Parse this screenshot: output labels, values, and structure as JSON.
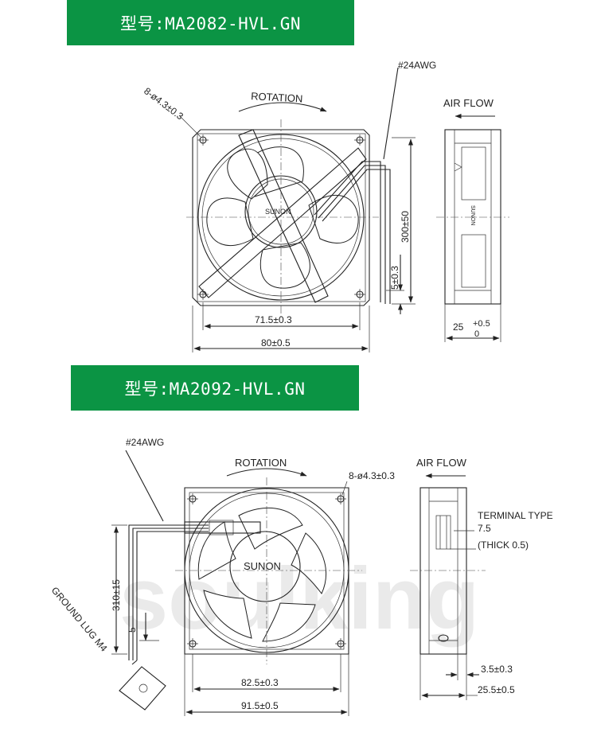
{
  "banners": {
    "model_1": "型号:MA2082-HVL.GN",
    "model_2": "型号:MA2092-HVL.GN"
  },
  "fan1": {
    "rotation_label": "ROTATION",
    "wire_label": "#24AWG",
    "airflow_label": "AIR FLOW",
    "holes_label": "8-ø4.3±0.3",
    "brand_label": "SUNON",
    "side_brand_label": "SUNON",
    "dim_wire_length": "300±50",
    "dim_strip": "5±0.3",
    "dim_hole_pitch": "71.5±0.3",
    "dim_width": "80±0.5",
    "dim_depth": "25",
    "dim_depth_tol_upper": "+0.5",
    "dim_depth_tol_lower": "0"
  },
  "fan2": {
    "rotation_label": "ROTATION",
    "wire_label": "#24AWG",
    "airflow_label": "AIR FLOW",
    "holes_label": "8-ø4.3±0.3",
    "brand_label": "SUNON",
    "terminal_label": "TERMINAL TYPE",
    "terminal_size": "7.5",
    "terminal_thick": "(THICK 0.5)",
    "ground_lug_label": "GROUND LUG M4",
    "dim_wire_length": "310±15",
    "dim_strip": "5",
    "dim_hole_pitch": "82.5±0.3",
    "dim_width": "91.5±0.5",
    "dim_small_depth": "3.5±0.3",
    "dim_depth": "25.5±0.5"
  },
  "watermark": "soulking",
  "colors": {
    "banner_green": "#0b9444",
    "banner_text": "#ffffff",
    "line": "#222222",
    "watermark": "#d9d9d9"
  }
}
